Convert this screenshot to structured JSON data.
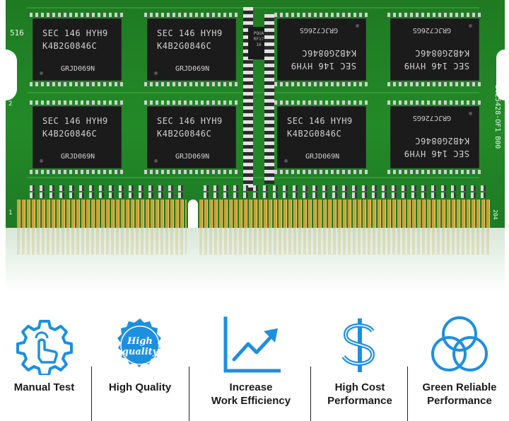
{
  "module": {
    "silkscreen_top_left": "516",
    "silkscreen_right_vertical": "2025428-OF1 B00",
    "pin_marker_left": "1",
    "pin_marker_right": "204",
    "side_marker": "2",
    "controller_text": "PQUA\nRF17\n16",
    "chips": [
      {
        "line1": "SEC 146 HYH9",
        "line2": "K4B2G0846C",
        "line3": "GRJD069N"
      },
      {
        "line1": "SEC 146 HYH9",
        "line2": "K4B2G0846C",
        "line3": "GRJD069N"
      },
      {
        "line1": "GRJC726GS",
        "line2": "K4B2G0846C",
        "line3": "SEC 146 HYH9"
      },
      {
        "line1": "GRJC726GS",
        "line2": "K4B2G0846C",
        "line3": "SEC 146 HYH9"
      },
      {
        "line1": "SEC 146 HYH9",
        "line2": "K4B2G0846C",
        "line3": "GRJD069N"
      },
      {
        "line1": "SEC 146 HYH9",
        "line2": "K4B2G0846C",
        "line3": "GRJD069N"
      },
      {
        "line1": "SEC 146 HYH9",
        "line2": "K4B2G0846C",
        "line3": "GRJD069N"
      },
      {
        "line1": "GRJC726GS",
        "line2": "K4B2G0846C",
        "line3": "SEC 146 HYH9"
      }
    ],
    "colors": {
      "pcb": "#238a28",
      "gold": "#c9a23a",
      "chip": "#1b1b1b"
    }
  },
  "features": {
    "accent_color": "#1d8fe0",
    "items": [
      {
        "label_1": "Manual Test",
        "label_2": "",
        "icon": "gear-hand-icon"
      },
      {
        "label_1": "High Quality",
        "label_2": "",
        "icon": "high-quality-seal-icon",
        "seal_text_1": "High",
        "seal_text_2": "quality"
      },
      {
        "label_1": "Increase",
        "label_2": "Work Efficiency",
        "icon": "trend-chart-icon"
      },
      {
        "label_1": "High Cost",
        "label_2": "Performance",
        "icon": "dollar-icon"
      },
      {
        "label_1": "Green Reliable",
        "label_2": "Performance",
        "icon": "venn-circles-icon"
      }
    ]
  }
}
